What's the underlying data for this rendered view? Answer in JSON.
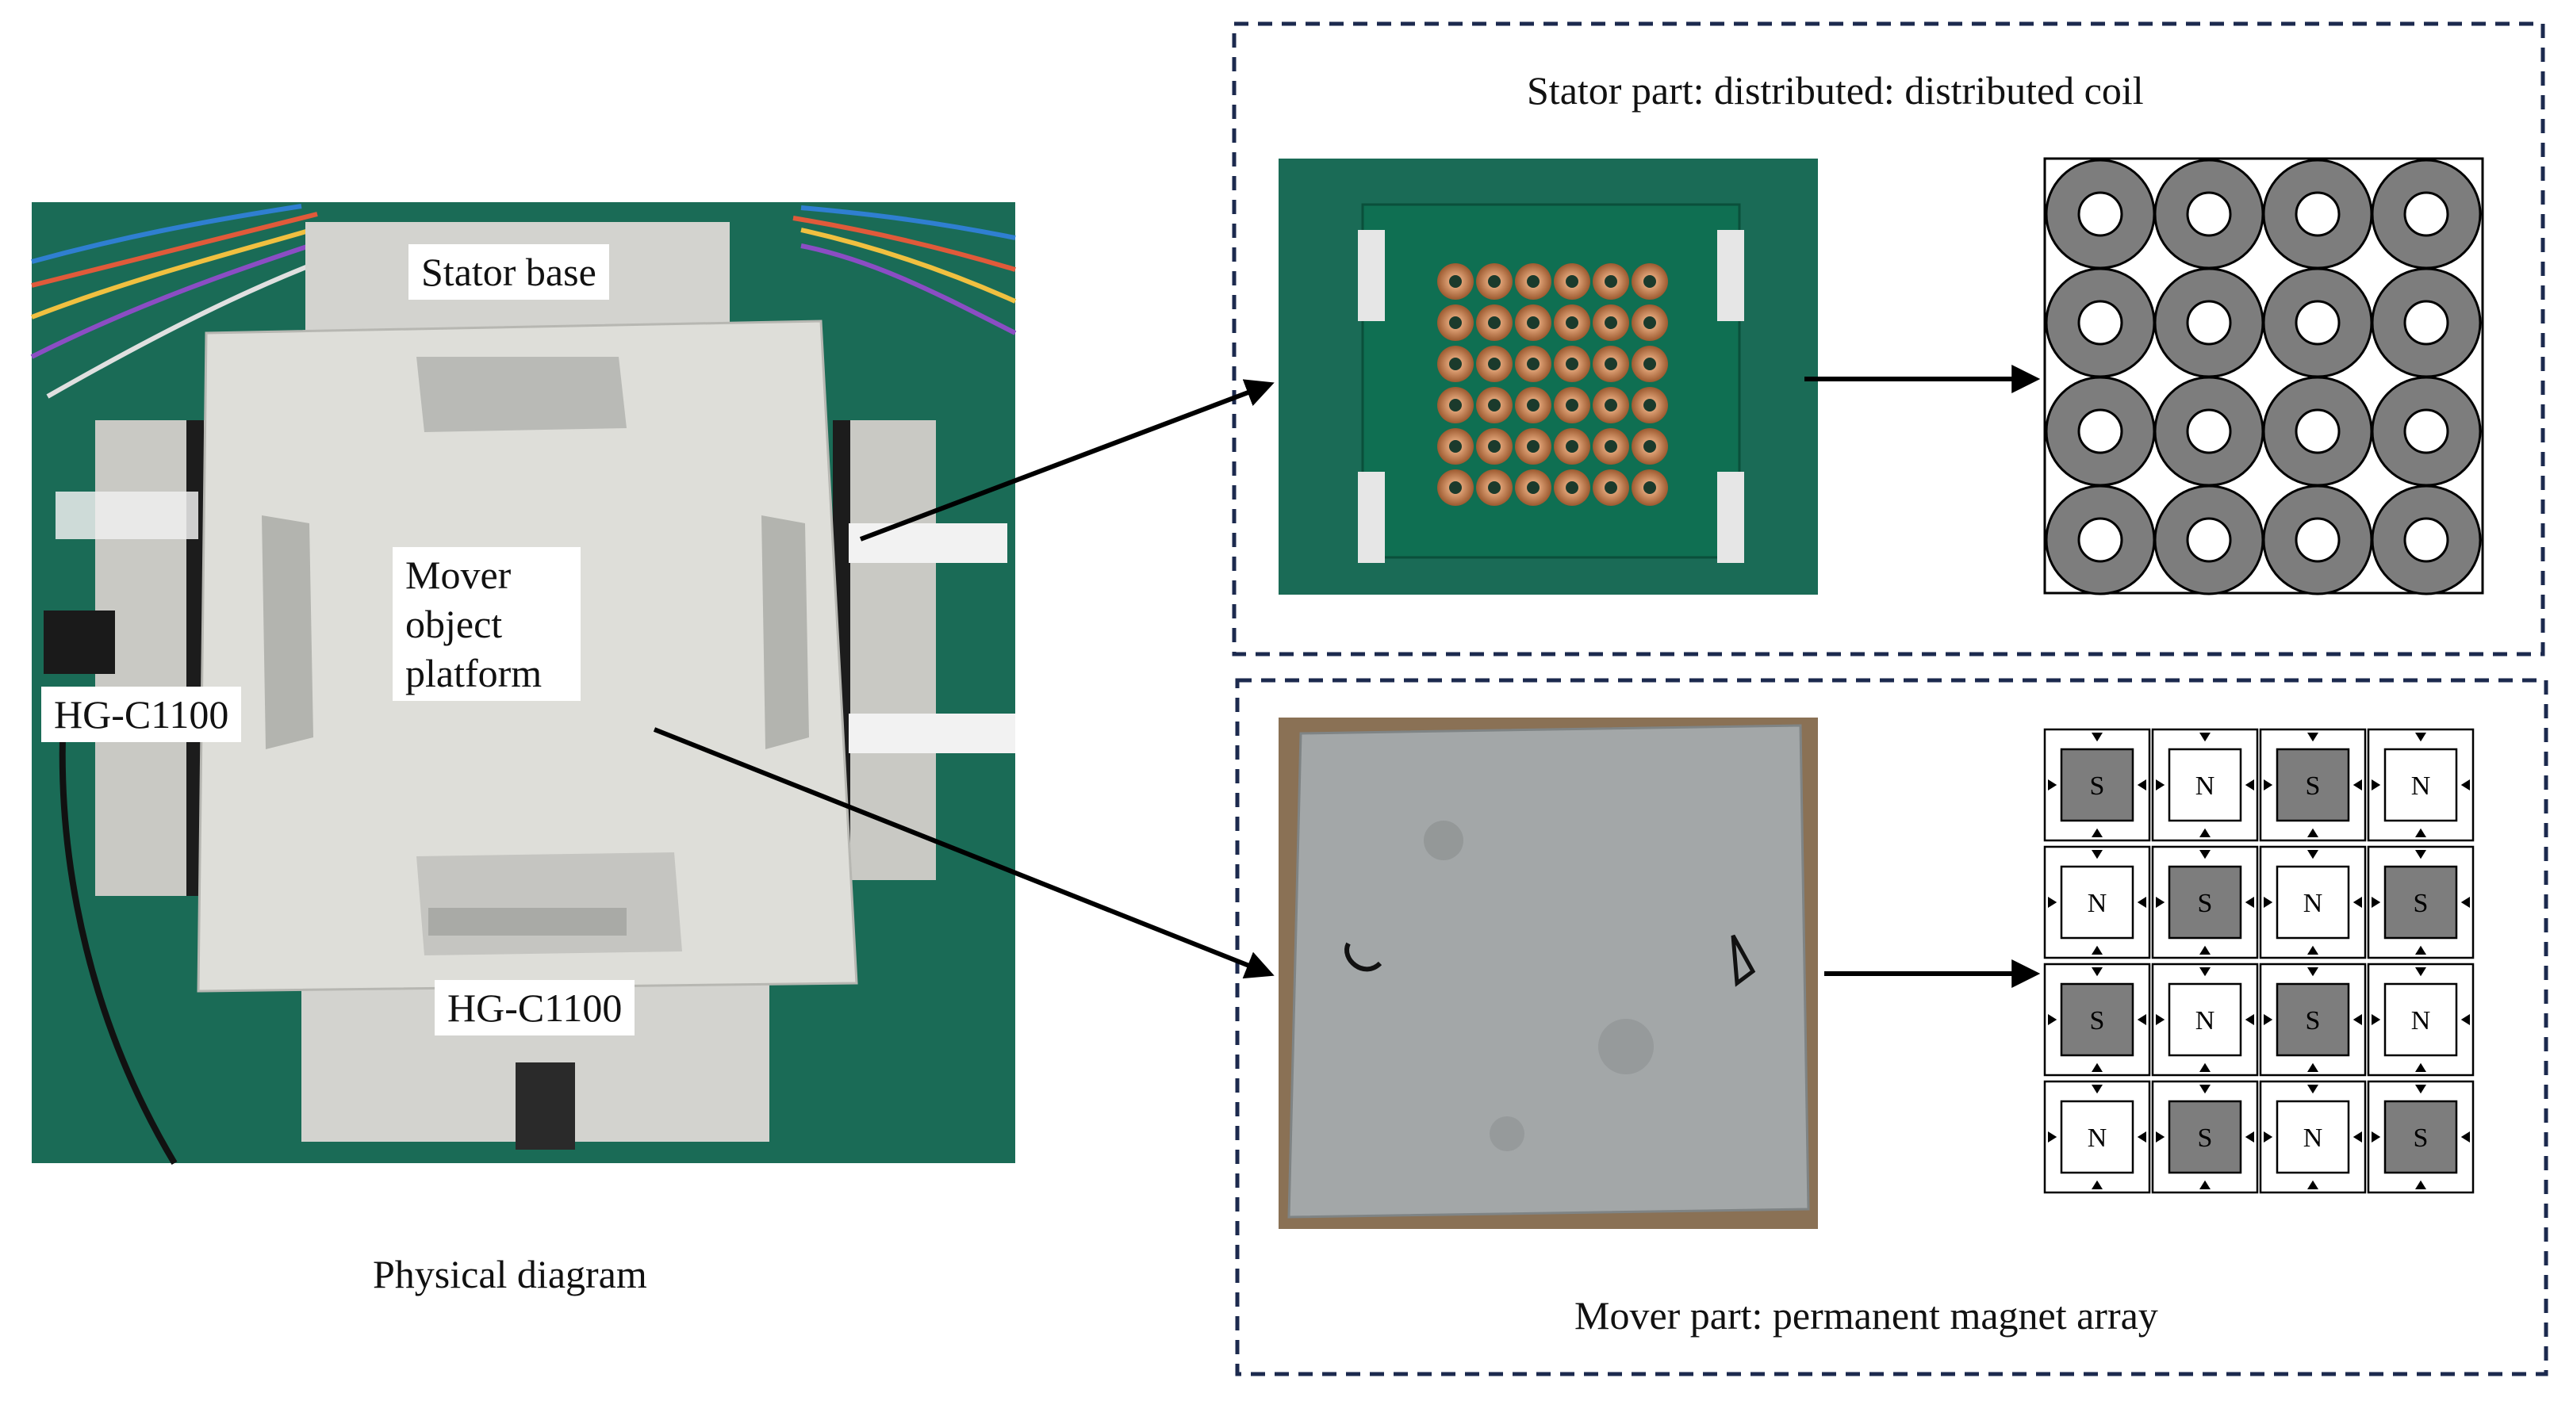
{
  "physical": {
    "caption": "Physical diagram",
    "labels": {
      "stator_base": "Stator base",
      "mover_platform_line1": "Mover",
      "mover_platform_line2": "object",
      "mover_platform_line3": "platform",
      "sensor_left": "HG-C1100",
      "sensor_bottom": "HG-C1100"
    }
  },
  "stator": {
    "title": "Stator part: distributed: distributed coil"
  },
  "mover": {
    "title": "Mover part: permanent magnet array",
    "magnet_grid": [
      [
        "S",
        "N",
        "S",
        "N"
      ],
      [
        "N",
        "S",
        "N",
        "S"
      ],
      [
        "S",
        "N",
        "S",
        "N"
      ],
      [
        "N",
        "S",
        "N",
        "S"
      ]
    ]
  },
  "colors": {
    "dashed_border": "#1c2a4e",
    "coil_gray": "#7d7d7d",
    "pcb_green": "#0f6f52",
    "copper": "#c27a4b",
    "photo_bg_green": "#1a6b56",
    "aluminum": "#d6d6d2",
    "steel_plate": "#9fa3a4",
    "s_fill": "#7d7d7d"
  }
}
